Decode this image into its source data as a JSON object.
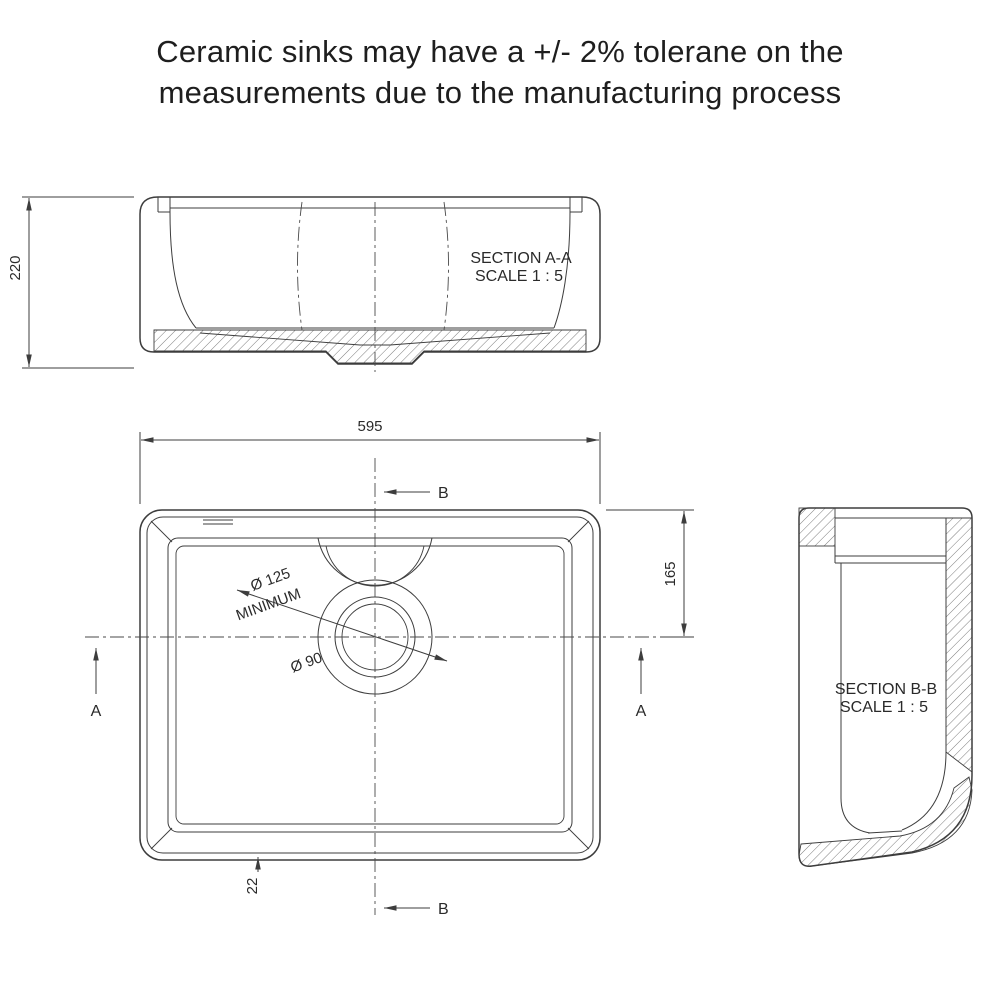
{
  "title": {
    "line1": "Ceramic sinks may have a +/- 2% tolerane on the",
    "line2": "measurements due to the manufacturing process"
  },
  "views": {
    "section_aa": {
      "name": "SECTION A-A",
      "scale": "SCALE 1 : 5"
    },
    "section_bb": {
      "name": "SECTION B-B",
      "scale": "SCALE 1 : 5"
    }
  },
  "dimensions": {
    "overall_height": "220",
    "overall_width": "595",
    "drain_center_from_back": "165",
    "rim_thickness": "22",
    "drain_min_clearance": "Ø 125",
    "drain_min_note": "MINIMUM",
    "drain_waste": "Ø 90"
  },
  "section_markers": {
    "a_left": "A",
    "a_right": "A",
    "b_top": "B",
    "b_bottom": "B"
  },
  "colors": {
    "line": "#3d3d3d",
    "text": "#2a2a2a",
    "background": "#ffffff"
  }
}
